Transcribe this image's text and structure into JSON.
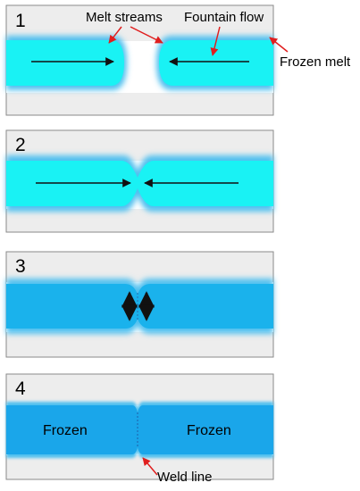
{
  "colors": {
    "cavity_fill": "#ededed",
    "cavity_border": "#8a8a8a",
    "melt_hot": "#19f2f4",
    "melt_halo": "#4fc0ef",
    "melt_frozen": "#1aa6ea",
    "melt_frozen_dark": "#1a96e0",
    "arrow_black": "#111111",
    "callout_red": "#e01e1e"
  },
  "panels": [
    {
      "number": "1",
      "callouts": {
        "melt_streams": "Melt streams",
        "fountain_flow": "Fountain flow",
        "frozen_melt": "Frozen melt"
      }
    },
    {
      "number": "2"
    },
    {
      "number": "3"
    },
    {
      "number": "4",
      "left_label": "Frozen",
      "right_label": "Frozen",
      "weld_line": "Weld line"
    }
  ]
}
